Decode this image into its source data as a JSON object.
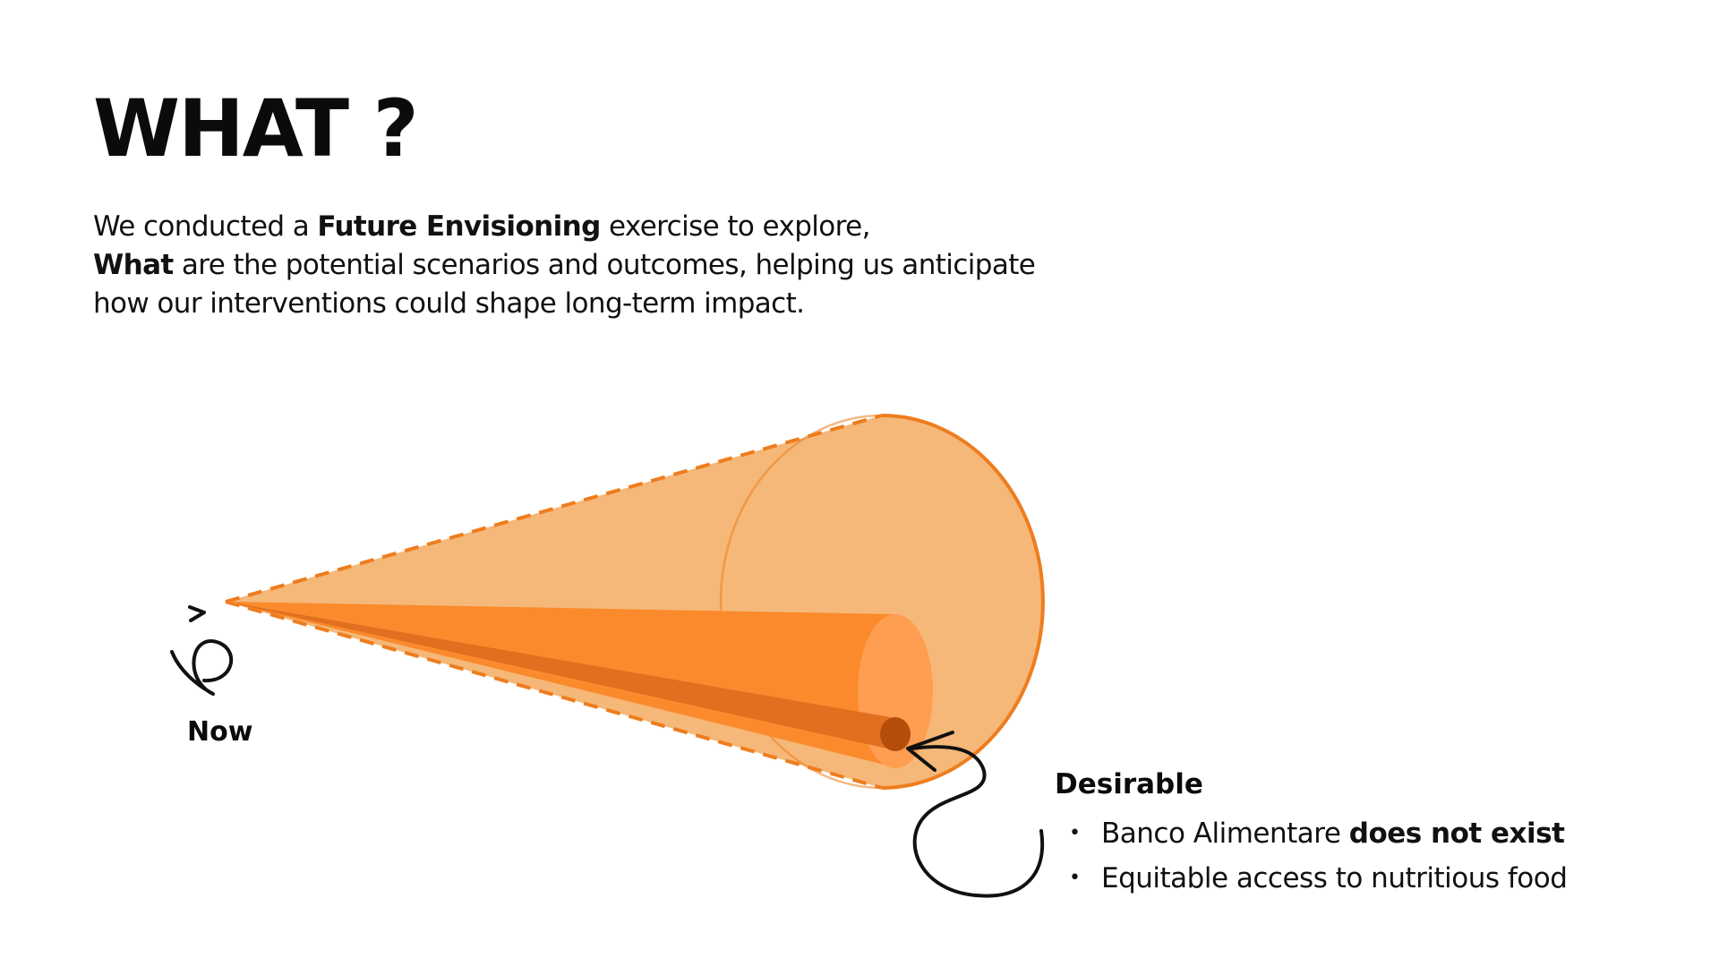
{
  "title": "WHAT ?",
  "intro": {
    "line1": {
      "pre": "We conducted a ",
      "bold": "Future Envisioning",
      "post": " exercise to explore,"
    },
    "line2": {
      "bold": "What",
      "post": " are the potential scenarios and outcomes, helping us anticipate"
    },
    "line3": "how our interventions could shape long-term impact."
  },
  "now_label": "Now",
  "desirable": {
    "title": "Desirable",
    "items": [
      {
        "text": "Banco Alimentare ",
        "bold": "does not exist"
      },
      {
        "text": "Equitable access to nutritious food",
        "bold": ""
      }
    ],
    "bullet": "•"
  },
  "colors": {
    "outer_cone_fill": "#f5b879",
    "outer_cone_stroke": "#ee7d1e",
    "inner_cone_fill": "#fa8a2c",
    "inner_cone_highlight": "#ff9d50",
    "core_fill": "#e06f20",
    "core_end": "#b54c0a",
    "annotation_stroke": "#111111"
  }
}
